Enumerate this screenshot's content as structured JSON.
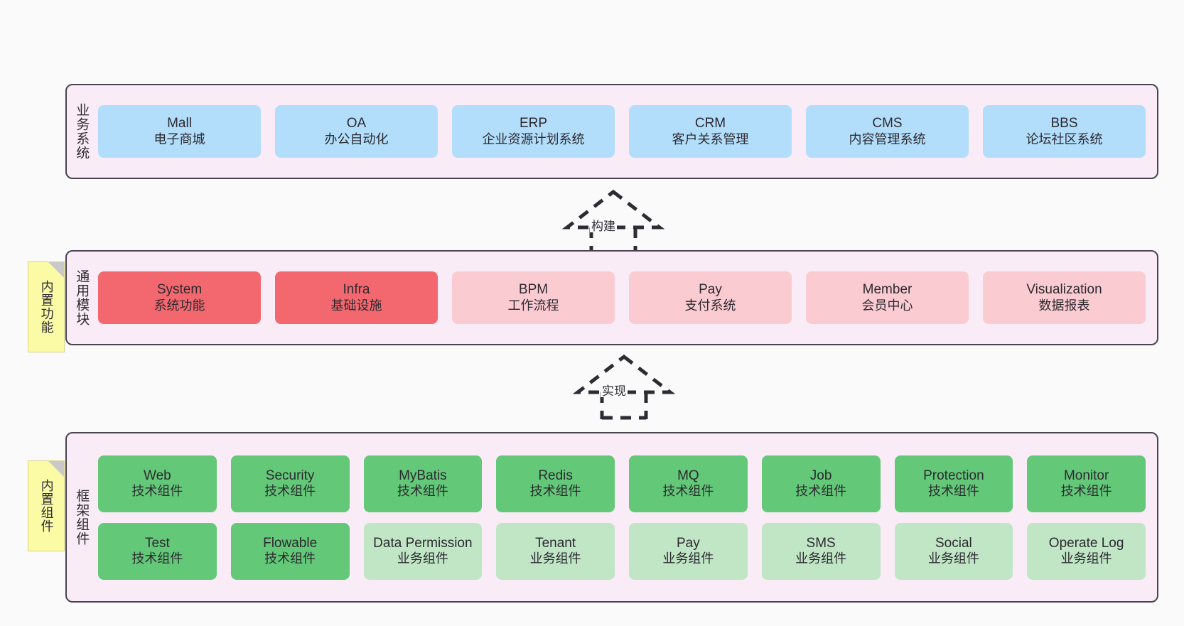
{
  "diagram": {
    "background": "#fafafa",
    "palette": {
      "container_fill": "#f9ecf6",
      "container_border": "#4a4450",
      "blue": "#b2defb",
      "red": "#f3686f",
      "pink": "#fbcbd2",
      "green": "#63c878",
      "light_green": "#c0e6c6",
      "sticky_yellow": "#fbfba6",
      "sticky_fold": "#c9c9c9"
    }
  },
  "layers": {
    "business": {
      "title": "业务系统",
      "rows": [
        [
          {
            "en": "Mall",
            "cn": "电子商城",
            "color": "blue"
          },
          {
            "en": "OA",
            "cn": "办公自动化",
            "color": "blue"
          },
          {
            "en": "ERP",
            "cn": "企业资源计划系统",
            "color": "blue"
          },
          {
            "en": "CRM",
            "cn": "客户关系管理",
            "color": "blue"
          },
          {
            "en": "CMS",
            "cn": "内容管理系统",
            "color": "blue"
          },
          {
            "en": "BBS",
            "cn": "论坛社区系统",
            "color": "blue"
          }
        ]
      ]
    },
    "common": {
      "title": "通用模块",
      "sticky": "内置功能",
      "rows": [
        [
          {
            "en": "System",
            "cn": "系统功能",
            "color": "red"
          },
          {
            "en": "Infra",
            "cn": "基础设施",
            "color": "red"
          },
          {
            "en": "BPM",
            "cn": "工作流程",
            "color": "pink"
          },
          {
            "en": "Pay",
            "cn": "支付系统",
            "color": "pink"
          },
          {
            "en": "Member",
            "cn": "会员中心",
            "color": "pink"
          },
          {
            "en": "Visualization",
            "cn": "数据报表",
            "color": "pink"
          }
        ]
      ]
    },
    "framework": {
      "title": "框架组件",
      "sticky": "内置组件",
      "rows": [
        [
          {
            "en": "Web",
            "cn": "技术组件",
            "color": "green"
          },
          {
            "en": "Security",
            "cn": "技术组件",
            "color": "green"
          },
          {
            "en": "MyBatis",
            "cn": "技术组件",
            "color": "green"
          },
          {
            "en": "Redis",
            "cn": "技术组件",
            "color": "green"
          },
          {
            "en": "MQ",
            "cn": "技术组件",
            "color": "green"
          },
          {
            "en": "Job",
            "cn": "技术组件",
            "color": "green"
          },
          {
            "en": "Protection",
            "cn": "技术组件",
            "color": "green"
          },
          {
            "en": "Monitor",
            "cn": "技术组件",
            "color": "green"
          }
        ],
        [
          {
            "en": "Test",
            "cn": "技术组件",
            "color": "green"
          },
          {
            "en": "Flowable",
            "cn": "技术组件",
            "color": "green"
          },
          {
            "en": "Data Permission",
            "cn": "业务组件",
            "color": "lightgreen"
          },
          {
            "en": "Tenant",
            "cn": "业务组件",
            "color": "lightgreen"
          },
          {
            "en": "Pay",
            "cn": "业务组件",
            "color": "lightgreen"
          },
          {
            "en": "SMS",
            "cn": "业务组件",
            "color": "lightgreen"
          },
          {
            "en": "Social",
            "cn": "业务组件",
            "color": "lightgreen"
          },
          {
            "en": "Operate Log",
            "cn": "业务组件",
            "color": "lightgreen"
          }
        ]
      ]
    }
  },
  "connectors": [
    {
      "label": "构建",
      "from": "common",
      "to": "business"
    },
    {
      "label": "实现",
      "from": "framework",
      "to": "common"
    }
  ]
}
